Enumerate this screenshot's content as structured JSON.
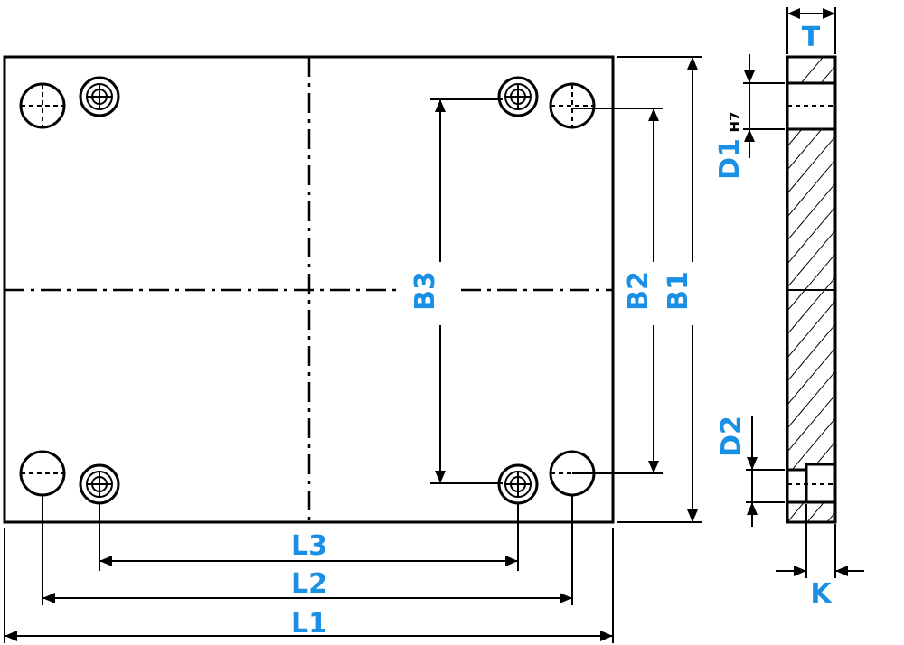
{
  "labels": {
    "L1": "L1",
    "L2": "L2",
    "L3": "L3",
    "B1": "B1",
    "B2": "B2",
    "B3": "B3",
    "T": "T",
    "K": "K",
    "D1": "D1",
    "D1_tolerance": "H7",
    "D2": "D2"
  },
  "colors": {
    "dimension_label": "#1a8fe6",
    "lines": "#000000"
  }
}
